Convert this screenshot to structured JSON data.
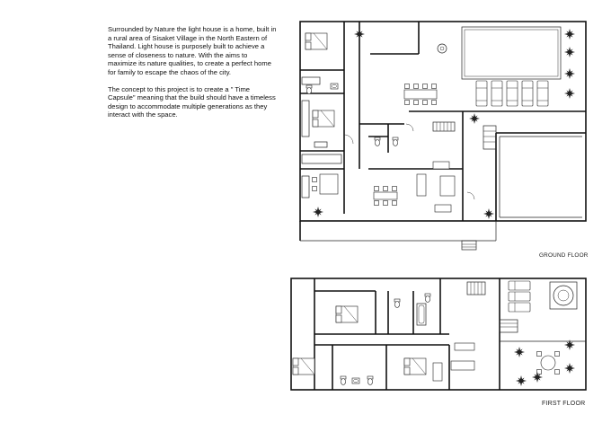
{
  "description": {
    "paragraph_1": "Surrounded by Nature the light house is a home, built in a rural area of Sisaket Village in the North Eastern of Thailand. Light house is purposely built to achieve a sense of closeness to nature. With the aims to maximize its nature qualities, to create a perfect home for family to escape the chaos of the city.",
    "paragraph_2": "The concept to this project is to create a \" Time Capsule\" meaning that the build should have a timeless design to accommodate multiple generations as they interact with the space."
  },
  "plans": {
    "ground_floor_label": "GROUND FLOOR",
    "first_floor_label": "FIRST FLOOR"
  }
}
